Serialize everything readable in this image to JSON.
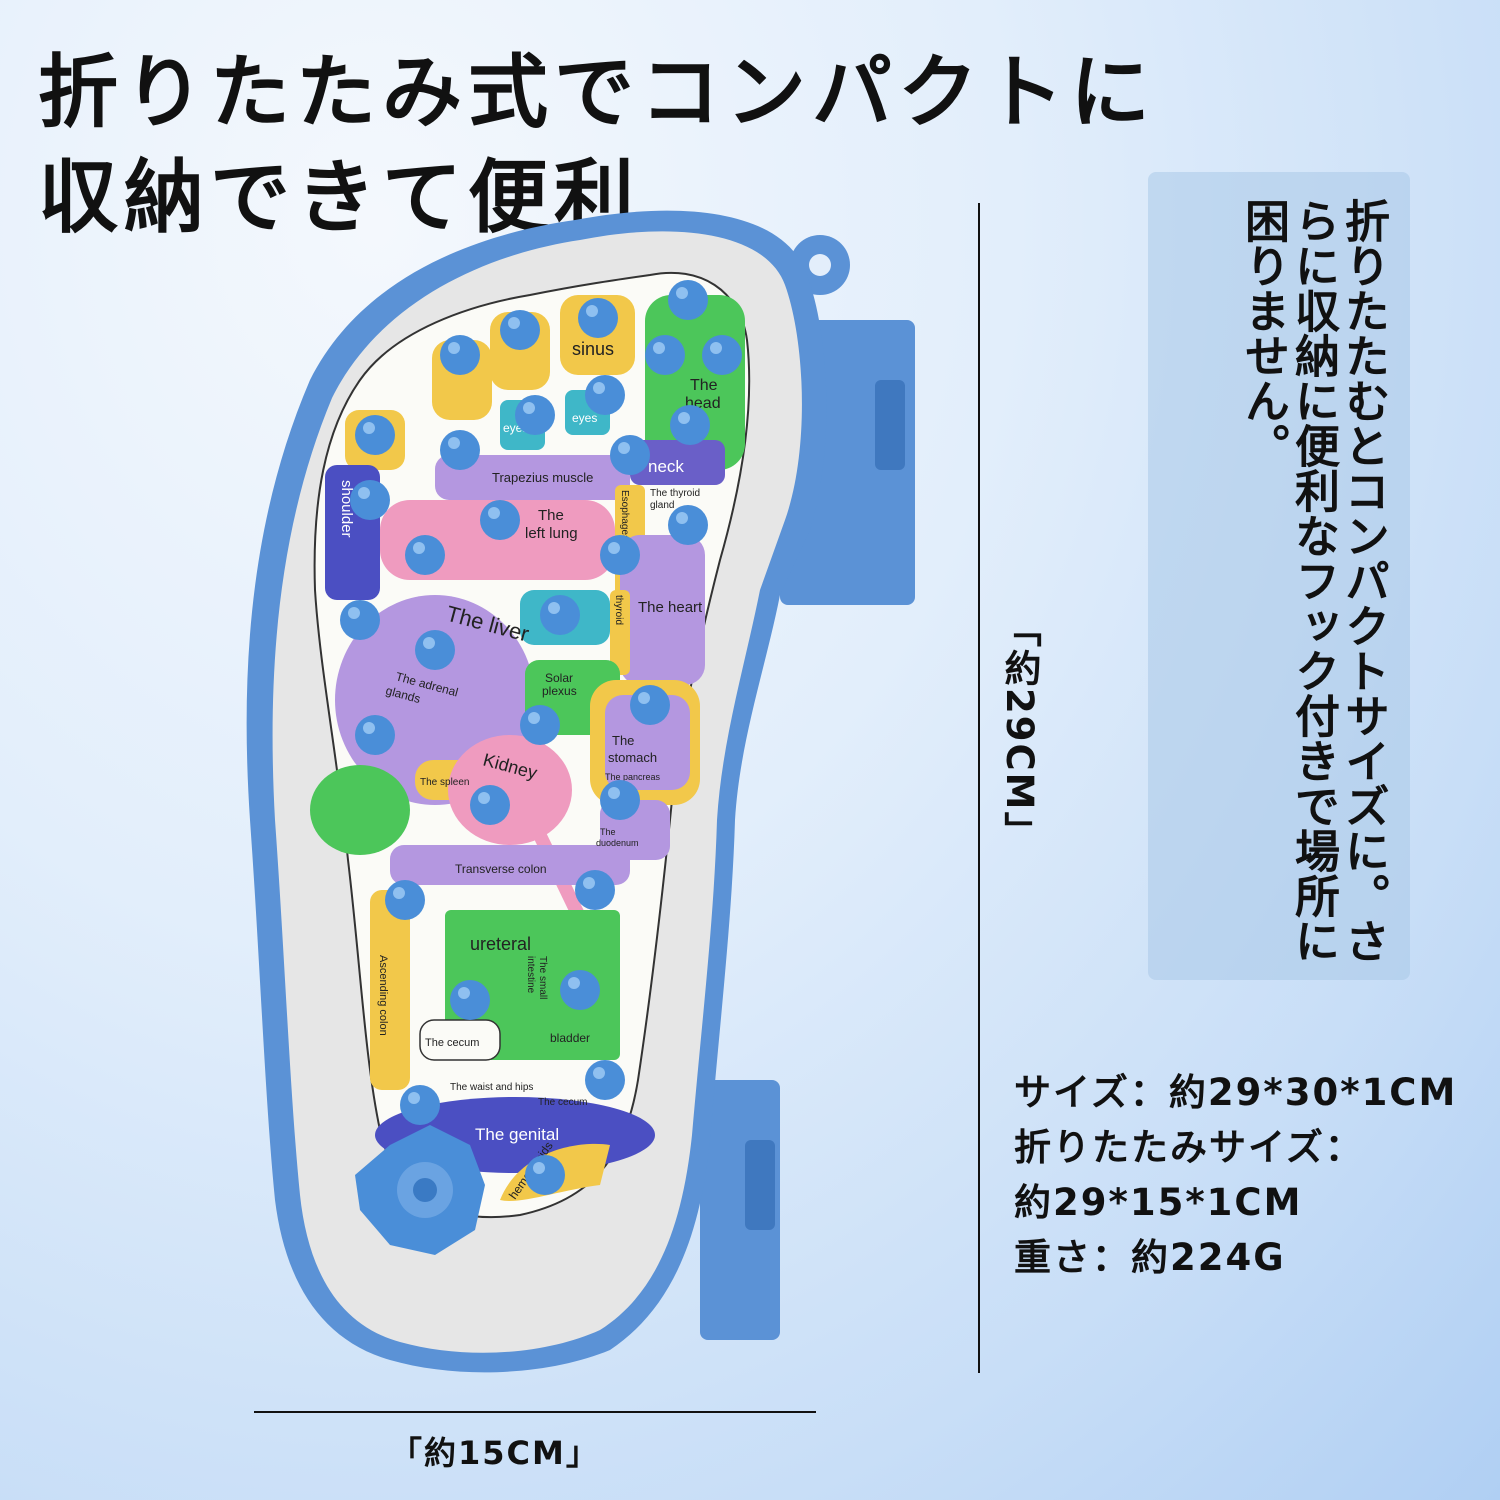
{
  "headline": {
    "line1": "折りたたみ式でコンパクトに",
    "line2": "収納できて便利"
  },
  "side_note": "折りたたむとコンパクトサイズに。さらに収納に便利なフック付きで場所に困りません。",
  "dimensions": {
    "height_label": "「約29CM」",
    "width_label": "「約15CM」"
  },
  "specs": {
    "size": "サイズ：約29*30*1CM",
    "folded_label": "折りたたみサイズ：",
    "folded_value": "約29*15*1CM",
    "weight": "重さ：約224G"
  },
  "foot_zones": {
    "sinus": "sinus",
    "the_head_1": "The",
    "the_head_2": "head",
    "eyes_left": "eyes",
    "eyes_right": "eyes",
    "neck": "neck",
    "trapezius": "Trapezius muscle",
    "thyroid_gland_1": "The thyroid",
    "thyroid_gland_2": "gland",
    "esophageal": "Esophageal",
    "left_lung_1": "The",
    "left_lung_2": "left lung",
    "shoulder": "shoulder",
    "thyroid": "thyroid",
    "heart": "The heart",
    "liver": "The liver",
    "solar_1": "Solar",
    "solar_2": "plexus",
    "adrenal_1": "The adrenal",
    "adrenal_2": "glands",
    "spleen": "The spleen",
    "kidney": "Kidney",
    "stomach_1": "The",
    "stomach_2": "stomach",
    "pancreas": "The pancreas",
    "duodenum_1": "The",
    "duodenum_2": "duodenum",
    "transverse_colon": "Transverse colon",
    "ureteral": "ureteral",
    "small_intestine_1": "The small",
    "small_intestine_2": "intestine",
    "ascending_colon": "Ascending colon",
    "cecum": "The cecum",
    "bladder": "bladder",
    "waist_hips": "The waist and hips",
    "cecum_2": "The cecum",
    "genital": "The genital",
    "hemorrhoids": "hemorrhoids"
  },
  "colors": {
    "frame": "#5b92d6",
    "nub": "#4a8ed8",
    "yellow": "#f2c84a",
    "purple": "#b497e0",
    "green": "#4cc65a",
    "pink": "#ef9bbf",
    "teal": "#3fb7c8",
    "navy": "#4b4fc2"
  }
}
